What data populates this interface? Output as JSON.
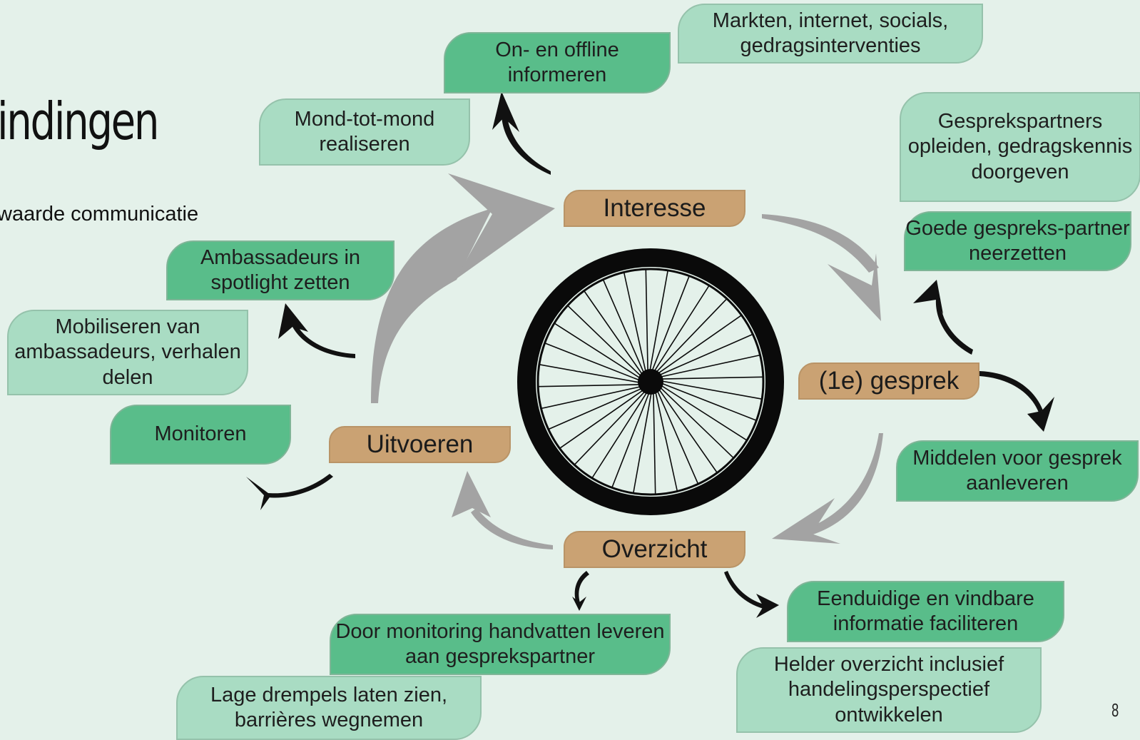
{
  "heading": {
    "title": "indingen",
    "subtitle": "waarde communicatie"
  },
  "page_number": "8",
  "stages": {
    "interesse": "Interesse",
    "gesprek": "(1e) gesprek",
    "overzicht": "Overzicht",
    "uitvoeren": "Uitvoeren"
  },
  "actions": {
    "on_offline": "On- en offline informeren",
    "markten": "Markten, internet, socials, gedragsinterventies",
    "mond_tot_mond": "Mond-tot-mond realiseren",
    "gesprekspartners_opleiden": "Gesprekspartners opleiden, gedragskennis doorgeven",
    "goede_gesprekspartner": "Goede gespreks-partner neerzetten",
    "middelen": "Middelen voor gesprek aanleveren",
    "eenduidige": "Eenduidige en vindbare informatie faciliteren",
    "helder_overzicht": "Helder overzicht inclusief handelingsperspectief ontwikkelen",
    "monitoring_handvatten": "Door monitoring handvatten leveren aan gesprekspartner",
    "lage_drempels": "Lage drempels laten zien, barrières wegnemen",
    "ambassadeurs_spotlight": "Ambassadeurs in spotlight zetten",
    "mobiliseren": "Mobiliseren van ambassadeurs, verhalen delen",
    "monitoren": "Monitoren"
  },
  "colors": {
    "background": "#e4f1ea",
    "stage": "#caa273",
    "action_dark": "#59bd8a",
    "action_light": "#a9dcc3",
    "cycle_arrow": "#a3a3a3",
    "branch_arrow": "#111111"
  },
  "icons": {
    "center": "bicycle-wheel-icon"
  }
}
